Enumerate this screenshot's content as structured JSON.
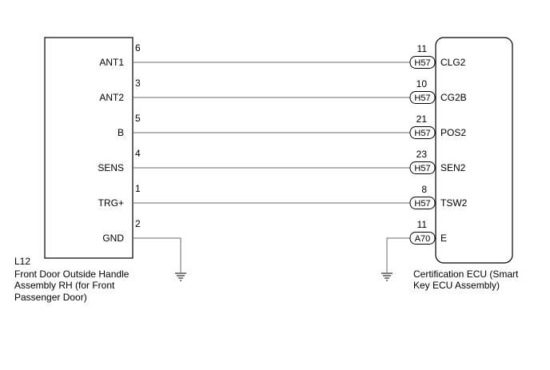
{
  "left_component": {
    "code": "L12",
    "name_lines": [
      "Front Door Outside Handle",
      "Assembly RH (for Front",
      "Passenger Door)"
    ]
  },
  "right_component": {
    "name_lines": [
      "Certification ECU (Smart",
      "Key ECU Assembly)"
    ]
  },
  "circuits": [
    {
      "left_pin": "6",
      "left_label": "ANT1",
      "right_pin": "11",
      "connector": "H57",
      "right_label": "CLG2",
      "grounded": false
    },
    {
      "left_pin": "3",
      "left_label": "ANT2",
      "right_pin": "10",
      "connector": "H57",
      "right_label": "CG2B",
      "grounded": false
    },
    {
      "left_pin": "5",
      "left_label": "B",
      "right_pin": "21",
      "connector": "H57",
      "right_label": "POS2",
      "grounded": false
    },
    {
      "left_pin": "4",
      "left_label": "SENS",
      "right_pin": "23",
      "connector": "H57",
      "right_label": "SEN2",
      "grounded": false
    },
    {
      "left_pin": "1",
      "left_label": "TRG+",
      "right_pin": "8",
      "connector": "H57",
      "right_label": "TSW2",
      "grounded": false
    },
    {
      "left_pin": "2",
      "left_label": "GND",
      "right_pin": "11",
      "connector": "A70",
      "right_label": "E",
      "grounded": true
    }
  ],
  "icons": [
    "ground-symbol-icon"
  ]
}
